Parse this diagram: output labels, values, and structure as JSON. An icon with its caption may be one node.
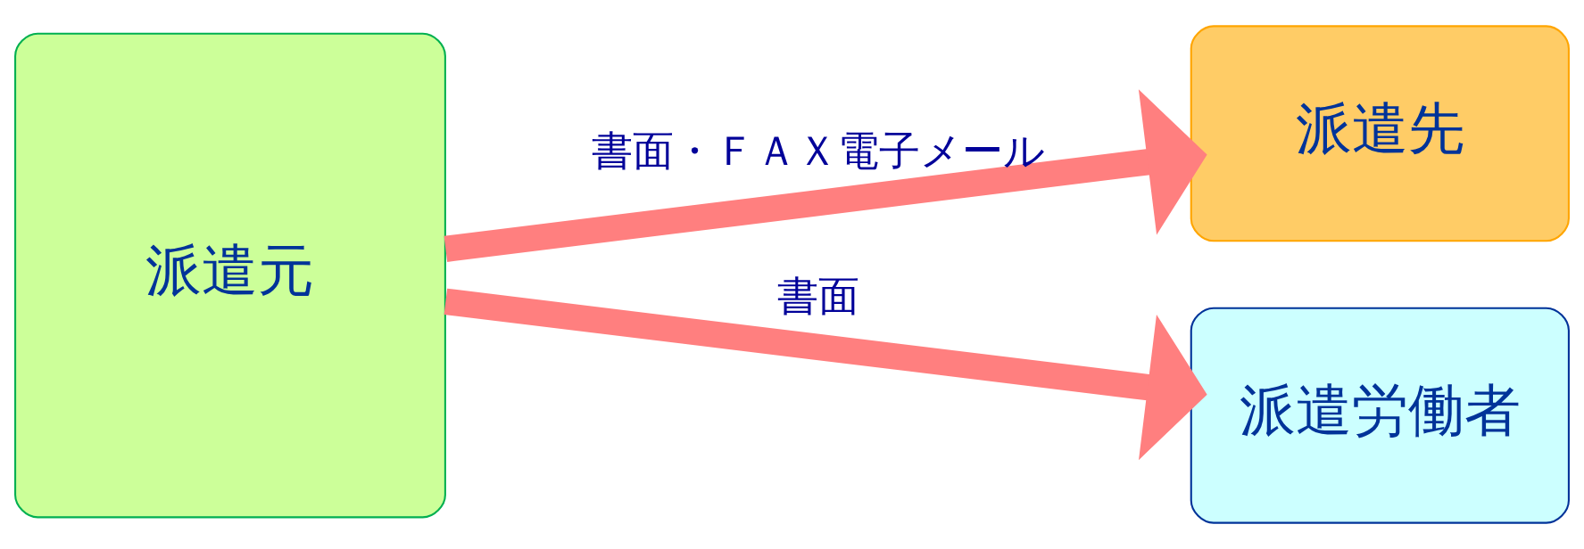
{
  "diagram": {
    "nodes": [
      {
        "text": [
          "派遣元"
        ]
      },
      {
        "text": [
          "派遣先"
        ]
      },
      {
        "text": [
          "派遣労働者"
        ]
      }
    ],
    "edges": [
      {
        "from": 0,
        "to": 1,
        "arrow": "to",
        "label": "書面・ＦＡＸ電子メール"
      },
      {
        "from": 0,
        "to": 2,
        "arrow": "to",
        "label": "書面"
      }
    ]
  }
}
